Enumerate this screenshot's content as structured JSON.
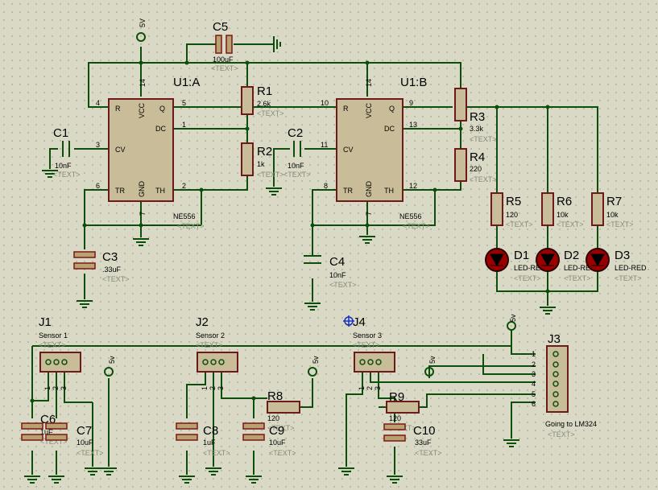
{
  "colors": {
    "background": "#d9d9c6",
    "wire": "#0c4f0c",
    "component_outline": "#6e1a1a",
    "component_fill": "#c9bd99",
    "led": "#9b0000"
  },
  "power": {
    "vcc_label": "5V",
    "sensor_vcc_label": "5v"
  },
  "chips": [
    {
      "ref": "U1:A",
      "part": "NE556",
      "placeholder": "<TEXT>",
      "pins": {
        "R": "R",
        "VCC": "VCC",
        "Q": "Q",
        "DC": "DC",
        "CV": "CV",
        "TR": "TR",
        "GND": "GND",
        "TH": "TH"
      },
      "pin_numbers": {
        "R": "4",
        "VCC": "14",
        "Q": "5",
        "DC": "1",
        "CV": "3",
        "TR": "6",
        "GND": "7",
        "TH": "2"
      }
    },
    {
      "ref": "U1:B",
      "part": "NE556",
      "placeholder": "<TEXT>",
      "pins": {
        "R": "R",
        "VCC": "VCC",
        "Q": "Q",
        "DC": "DC",
        "CV": "CV",
        "TR": "TR",
        "GND": "GND",
        "TH": "TH"
      },
      "pin_numbers": {
        "R": "",
        "VCC": "14",
        "Q": "9",
        "DC": "13",
        "CV": "11",
        "TR": "8",
        "GND": "7",
        "TH": "12"
      }
    }
  ],
  "resistors": [
    {
      "ref": "R1",
      "value": "2.6k",
      "placeholder": "<TEXT>"
    },
    {
      "ref": "R2",
      "value": "1k",
      "placeholder": "<TEXT>"
    },
    {
      "ref": "R3",
      "value": "3.3k",
      "placeholder": "<TEXT>"
    },
    {
      "ref": "R4",
      "value": "220",
      "placeholder": "<TEXT>"
    },
    {
      "ref": "R5",
      "value": "120",
      "placeholder": "<TEXT>"
    },
    {
      "ref": "R6",
      "value": "10k",
      "placeholder": "<TEXT>"
    },
    {
      "ref": "R7",
      "value": "10k",
      "placeholder": "<TEXT>"
    },
    {
      "ref": "R8",
      "value": "120",
      "placeholder": "<TEXT>"
    },
    {
      "ref": "R9",
      "value": "120",
      "placeholder": "<TEXT>"
    }
  ],
  "capacitors": [
    {
      "ref": "C1",
      "value": "10nF",
      "placeholder": "<TEXT>"
    },
    {
      "ref": "C2",
      "value": "10nF",
      "placeholder": "<TEXT>"
    },
    {
      "ref": "C3",
      "value": ".33uF",
      "placeholder": "<TEXT>"
    },
    {
      "ref": "C4",
      "value": "10nF",
      "placeholder": "<TEXT>"
    },
    {
      "ref": "C5",
      "value": "100uF",
      "placeholder": "<TEXT>"
    },
    {
      "ref": "C6",
      "value": "1uF",
      "placeholder": "<TEXT>"
    },
    {
      "ref": "C7",
      "value": "10uF",
      "placeholder": "<TEXT>"
    },
    {
      "ref": "C8",
      "value": "1uF",
      "placeholder": "<TEXT>"
    },
    {
      "ref": "C9",
      "value": "10uF",
      "placeholder": "<TEXT>"
    },
    {
      "ref": "C10",
      "value": "33uF",
      "placeholder": "<TEXT>"
    }
  ],
  "leds": [
    {
      "ref": "D1",
      "value": "LED-RED",
      "placeholder": "<TEXT>"
    },
    {
      "ref": "D2",
      "value": "LED-RED",
      "placeholder": "<TEXT>"
    },
    {
      "ref": "D3",
      "value": "LED-RED",
      "placeholder": "<TEXT>"
    }
  ],
  "connectors": [
    {
      "ref": "J1",
      "value": "Sensor 1",
      "placeholder": "<TEXT>",
      "pins": [
        "1",
        "2",
        "3"
      ]
    },
    {
      "ref": "J2",
      "value": "Sensor 2",
      "placeholder": "<TEXT>",
      "pins": [
        "1",
        "2",
        "3"
      ]
    },
    {
      "ref": "J4",
      "value": "Sensor 3",
      "placeholder": "<TEXT>",
      "pins": [
        "1",
        "2",
        "3"
      ]
    },
    {
      "ref": "J3",
      "value": "Going to LM324",
      "placeholder": "<TEXT>",
      "pins": [
        "1",
        "2",
        "3",
        "4",
        "5",
        "6"
      ]
    }
  ]
}
